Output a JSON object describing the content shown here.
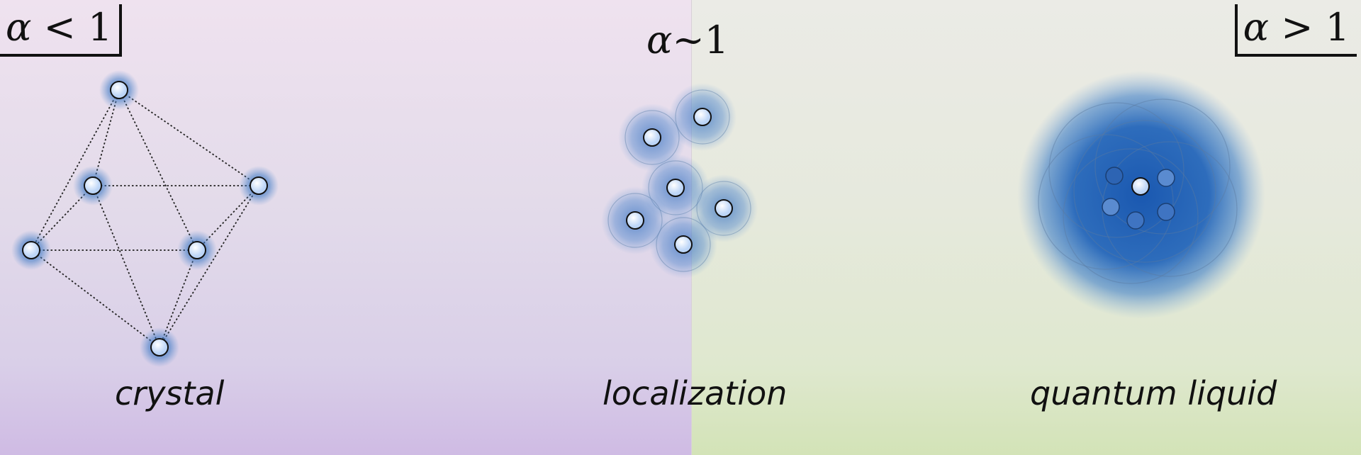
{
  "regimes": {
    "left": {
      "symbol": "α",
      "relation": " < 1"
    },
    "middle": {
      "symbol": "α",
      "relation": "~1"
    },
    "right": {
      "symbol": "α",
      "relation": " > 1"
    }
  },
  "captions": {
    "crystal": "crystal",
    "localization": "localization",
    "liquid": "quantum liquid"
  },
  "colors": {
    "left_background": "#e3dbea",
    "right_background": "#e6e9dd",
    "particle_fill": "#cfe1fb",
    "glow": "#3b78c4",
    "liquid_cloud": "#1f5fb5"
  }
}
